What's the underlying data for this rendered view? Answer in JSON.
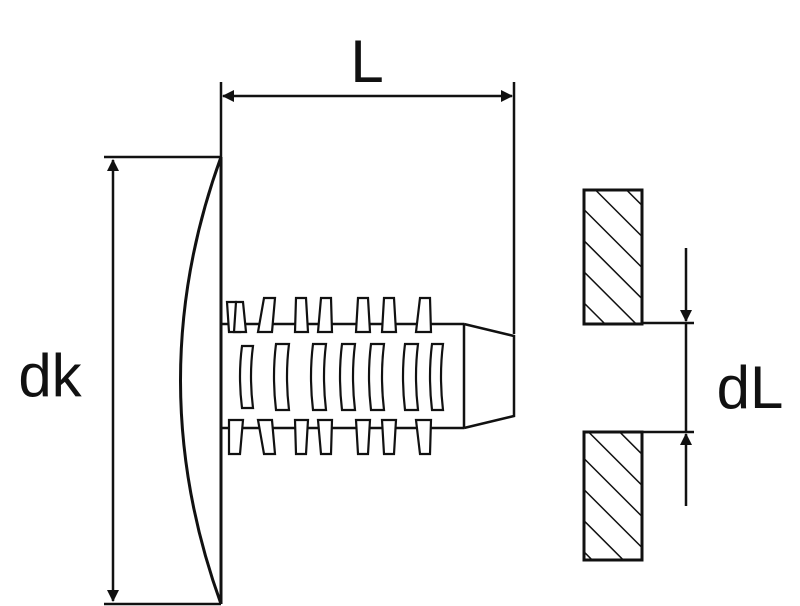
{
  "labels": {
    "length": "L",
    "head_diameter": "dk",
    "hole_diameter": "dL"
  },
  "colors": {
    "stroke": "#111111",
    "background": "#ffffff"
  }
}
